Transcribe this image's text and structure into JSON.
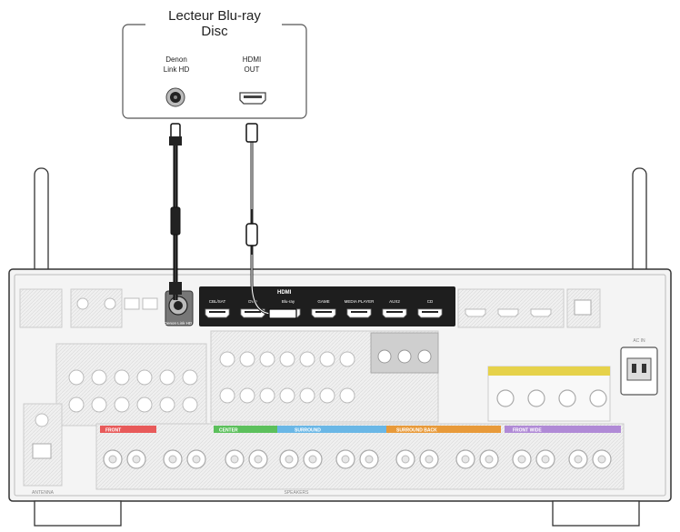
{
  "player": {
    "title_line1": "Lecteur Blu-ray",
    "title_line2": "Disc",
    "port_link_line1": "Denon",
    "port_link_line2": "Link HD",
    "port_hdmi_line1": "HDMI",
    "port_hdmi_line2": "OUT"
  },
  "receiver": {
    "hdmi_header": "HDMI",
    "denon_link_label": "Denon Link HD",
    "hdmi_inputs": [
      "CBL/SAT",
      "DVD",
      "Blu-ray",
      "GAME",
      "MEDIA PLAYER",
      "AUX2",
      "CD"
    ],
    "zone_labels": [
      "FRONT",
      "CENTER",
      "SURROUND",
      "SURROUND BACK",
      "FRONT WIDE"
    ],
    "section_label": "SPEAKERS",
    "antenna_label": "ANTENNA",
    "ac_label": "AC IN"
  },
  "colors": {
    "front": "#e85a5a",
    "center": "#5cc05c",
    "surround": "#6ab7e6",
    "surround_back": "#e89a3a",
    "front_wide": "#b08ad6",
    "height": "#e6d24a",
    "hdmi_bar": "#1e1e1e",
    "chassis": "#f4f4f4"
  }
}
